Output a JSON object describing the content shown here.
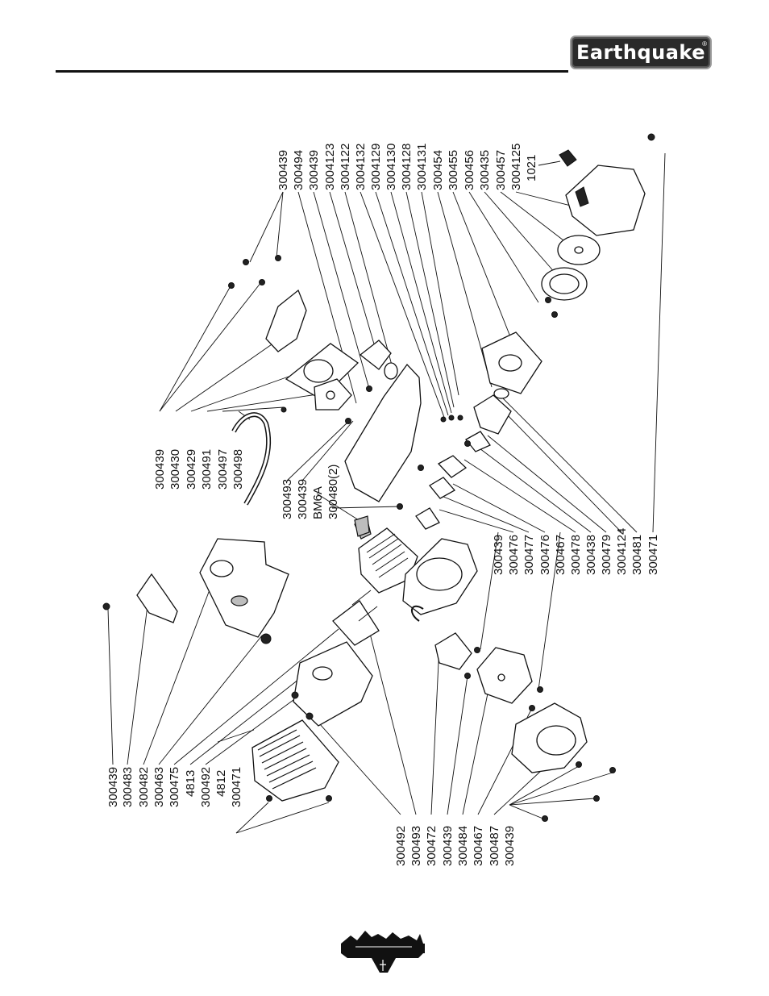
{
  "header": {
    "brand": "Earthquake",
    "registered_mark": "®"
  },
  "callouts": {
    "top_right": [
      "300439",
      "300494",
      "300439",
      "3004123",
      "3004122",
      "3004132",
      "3004129",
      "3004130",
      "3004128",
      "3004131",
      "300454",
      "300455",
      "300456",
      "300435",
      "300457",
      "3004125",
      "1021"
    ],
    "middle_upper": [
      "300439",
      "300430",
      "300429",
      "300491",
      "300497",
      "300498"
    ],
    "middle_lower": [
      "300493",
      "300439",
      "BM6A",
      "300480(2)"
    ],
    "right_lower": [
      "300439",
      "300476",
      "300477",
      "300476",
      "300467",
      "300478",
      "300438",
      "300479",
      "3004124",
      "300481",
      "300471"
    ],
    "left": [
      "300439",
      "300483",
      "300482",
      "300463",
      "300475",
      "4813",
      "300492",
      "4812",
      "300471"
    ],
    "bottom": [
      "300492",
      "300493",
      "300472",
      "300439",
      "300484",
      "300467",
      "300487",
      "300439"
    ]
  }
}
